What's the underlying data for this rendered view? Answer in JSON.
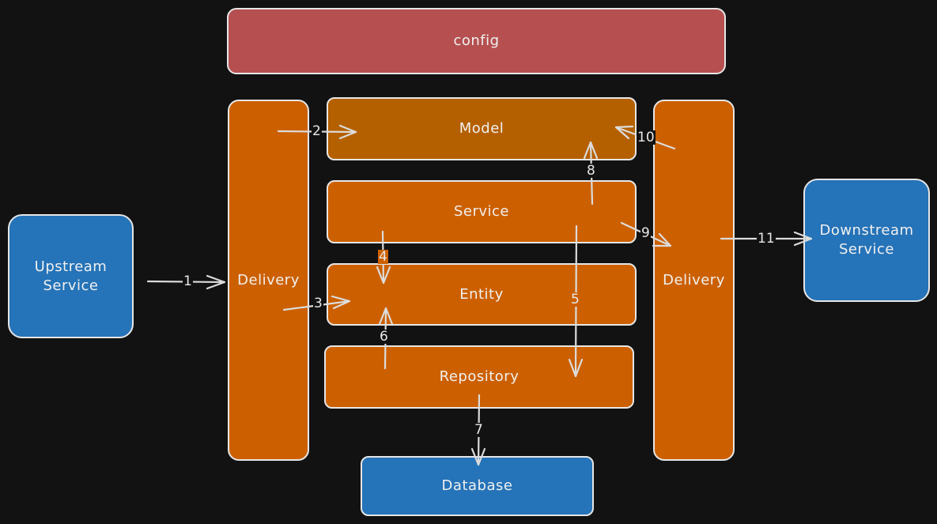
{
  "colors": {
    "background": "#121212",
    "config": "#b65050",
    "layer": "#cc6001",
    "model": "#b56000",
    "external": "#2573b8",
    "stroke": "#e6e6e6"
  },
  "nodes": {
    "config": "config",
    "model": "Model",
    "service": "Service",
    "entity": "Entity",
    "repository": "Repository",
    "database": "Database",
    "delivery_left": "Delivery",
    "delivery_right": "Delivery",
    "upstream_line1": "Upstream",
    "upstream_line2": "Service",
    "downstream_line1": "Downstream",
    "downstream_line2": "Service"
  },
  "edges": [
    {
      "id": "1",
      "label": "1",
      "from": "Upstream Service",
      "to": "Delivery"
    },
    {
      "id": "2",
      "label": "2",
      "from": "Delivery",
      "to": "Model"
    },
    {
      "id": "3",
      "label": "3",
      "from": "Delivery",
      "to": "Entity"
    },
    {
      "id": "4",
      "label": "4",
      "from": "Service",
      "to": "Entity"
    },
    {
      "id": "5",
      "label": "5",
      "from": "Service",
      "to": "Repository"
    },
    {
      "id": "6",
      "label": "6",
      "from": "Repository",
      "to": "Entity"
    },
    {
      "id": "7",
      "label": "7",
      "from": "Repository",
      "to": "Database"
    },
    {
      "id": "8",
      "label": "8",
      "from": "Service",
      "to": "Model"
    },
    {
      "id": "9",
      "label": "9",
      "from": "Service",
      "to": "Delivery"
    },
    {
      "id": "10",
      "label": "10",
      "from": "Delivery",
      "to": "Model"
    },
    {
      "id": "11",
      "label": "11",
      "from": "Delivery",
      "to": "Downstream Service"
    }
  ]
}
